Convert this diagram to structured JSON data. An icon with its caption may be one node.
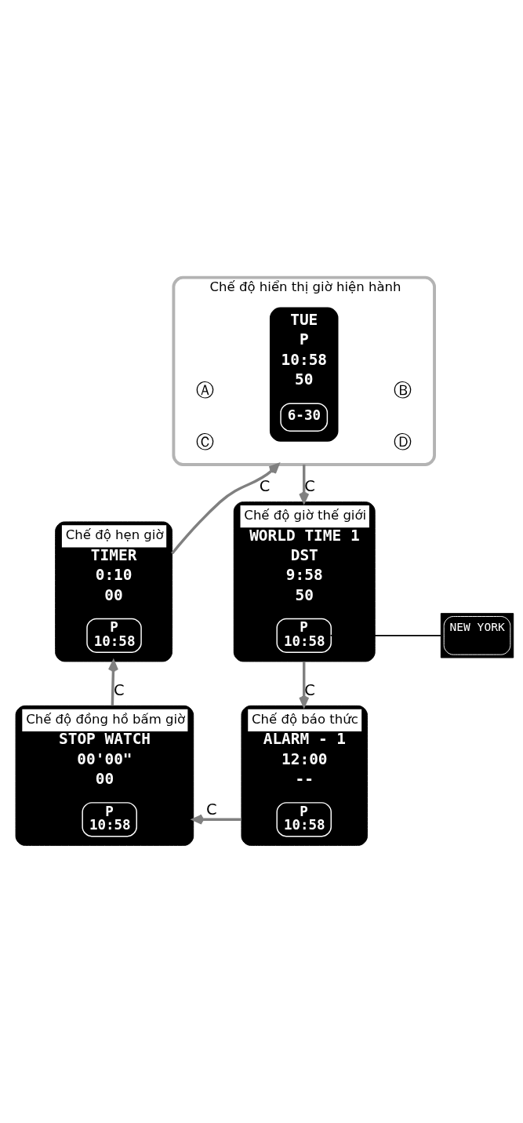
{
  "diagram": {
    "nodes": [
      {
        "text": [
          "Chế độ hiển thị giờ hiện hành"
        ]
      },
      {
        "text": [
          "TUE",
          "P",
          "10:58",
          "50"
        ],
        "in": 0
      },
      {
        "text": [
          "6-30"
        ],
        "in": 1
      },
      {
        "text": [
          "Chế độ hẹn giờ",
          "TIMER",
          "0:10",
          "00"
        ]
      },
      {
        "text": [
          "P",
          "10:58"
        ],
        "in": 3
      },
      {
        "text": [
          "NEW YORK"
        ]
      },
      {
        "text": [
          "Chế độ giờ thế giới",
          "WORLD TIME 1",
          "DST",
          "9:58",
          "50"
        ]
      },
      {
        "text": [
          "P",
          "10:58"
        ],
        "in": 6
      },
      {
        "text": [
          "Chế độ đồng hồ bấm giờ",
          "STOP WATCH",
          "00'00\"",
          "00"
        ]
      },
      {
        "text": [
          "P",
          "10:58"
        ],
        "in": 8
      },
      {
        "text": [
          "Chế độ báo thức",
          "ALARM - 1",
          "12:00",
          "--"
        ]
      },
      {
        "text": [
          "P",
          "10:58"
        ],
        "in": 10
      }
    ],
    "edges": [
      {
        "from": 3,
        "to": 0,
        "label": "C",
        "arrow": "to"
      },
      {
        "from": 0,
        "to": 6,
        "label": "C",
        "arrow": "to"
      },
      {
        "from": 6,
        "to": 10,
        "label": "C",
        "arrow": "to"
      },
      {
        "from": 10,
        "to": 8,
        "label": "C",
        "arrow": "to"
      },
      {
        "from": 8,
        "to": 3,
        "label": "C",
        "arrow": "to"
      },
      {
        "from": 5,
        "to": 7,
        "arrow": "to",
        "color": "#000000"
      }
    ],
    "labels": [
      "Ⓐ",
      "Ⓑ",
      "Ⓒ",
      "Ⓓ"
    ]
  }
}
